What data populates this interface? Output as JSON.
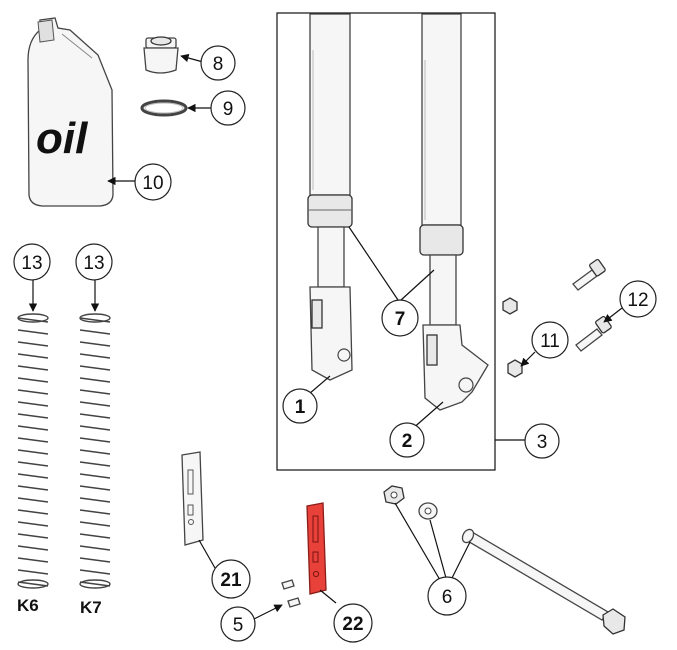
{
  "diagram": {
    "oil_label": "oil",
    "variants": {
      "left_spring": "K6",
      "right_spring": "K7"
    },
    "callouts": {
      "c1": "1",
      "c2": "2",
      "c3": "3",
      "c5": "5",
      "c6": "6",
      "c7": "7",
      "c8": "8",
      "c9": "9",
      "c10": "10",
      "c11": "11",
      "c12": "12",
      "c13a": "13",
      "c13b": "13",
      "c21": "21",
      "c22": "22"
    },
    "highlight_color": "#e8413a"
  }
}
